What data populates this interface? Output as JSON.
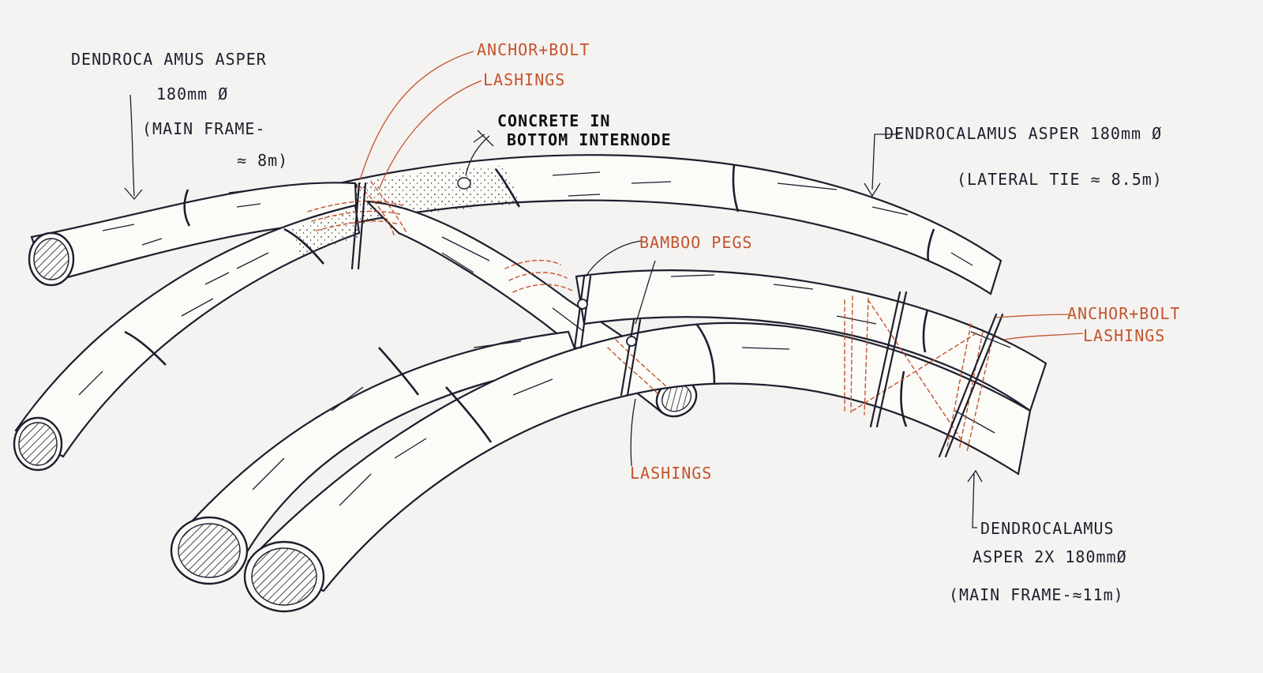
{
  "labels": {
    "main_frame_top": {
      "line1": "DENDROCA AMUS ASPER",
      "line2": "180mm Ø",
      "line3": "(MAIN FRAME-",
      "line4": "≈ 8m)"
    },
    "anchor_bolt_top": "ANCHOR+BOLT",
    "lashings_top": "LASHINGS",
    "concrete": {
      "line1": "CONCRETE IN",
      "line2": "BOTTOM INTERNODE"
    },
    "lateral_tie": {
      "line1": "DENDROCALAMUS ASPER 180mm Ø",
      "line2": "(LATERAL TIE ≈ 8.5m)"
    },
    "bamboo_pegs": "BAMBOO PEGS",
    "anchor_bolt_right": {
      "line1": "ANCHOR+BOLT",
      "line2": "LASHINGS"
    },
    "lashings_bottom": "LASHINGS",
    "main_frame_double": {
      "line1": "DENDROCALAMUS",
      "line2": "ASPER 2X 180mmØ",
      "line3": "(MAIN FRAME-≈11m)"
    }
  },
  "colors": {
    "ink": "#1d1f2e",
    "annotation_red": "#c4532c",
    "paper": "#f4f3f1"
  }
}
